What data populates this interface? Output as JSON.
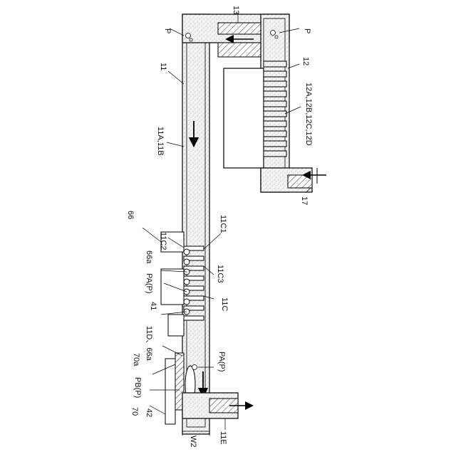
{
  "figure": {
    "labels": {
      "p_top_left": "P",
      "p_top_right": "P",
      "ref_13": "13",
      "ref_12": "12",
      "ref_11": "11",
      "ref_12ABCD": "12A,12B,12C,12D",
      "ref_11A11B": "11A,11B",
      "ref_17": "17",
      "ref_66": "66",
      "ref_11C2": "11C2",
      "ref_11C1": "11C1",
      "ref_66a_upper": "66a",
      "ref_11C3": "11C3",
      "ref_PAP_left": "PA(P)",
      "ref_41": "41",
      "ref_11C": "11C",
      "ref_11D_66a": "11D、66a",
      "ref_70a": "70a",
      "ref_PAP_right": "PA(P)",
      "ref_PBP": "PB(P)",
      "ref_70": "70",
      "ref_42": "42",
      "ref_W2": "W2",
      "ref_11E": "11E"
    }
  }
}
